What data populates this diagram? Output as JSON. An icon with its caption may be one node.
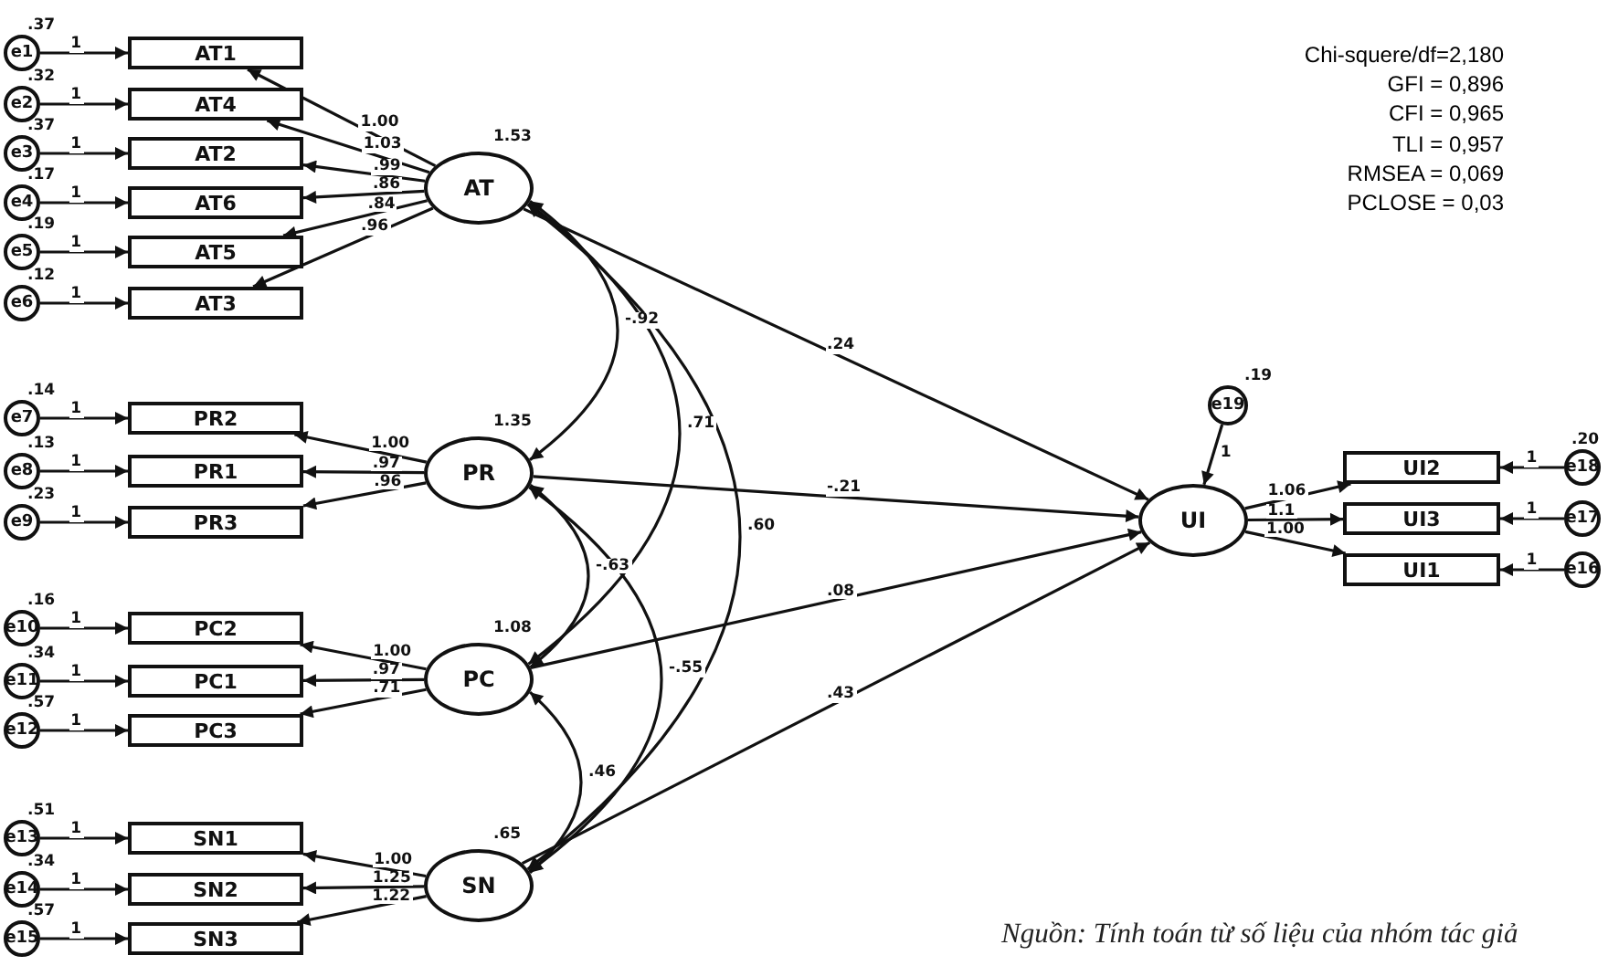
{
  "diagram": {
    "caption": "Nguồn: Tính toán từ số liệu của nhóm tác giả",
    "nodes": [
      {
        "text": [
          "e1"
        ],
        "beside": [
          ".37"
        ]
      },
      {
        "text": [
          "e2"
        ],
        "beside": [
          ".32"
        ]
      },
      {
        "text": [
          "e3"
        ],
        "beside": [
          ".37"
        ]
      },
      {
        "text": [
          "e4"
        ],
        "beside": [
          ".17"
        ]
      },
      {
        "text": [
          "e5"
        ],
        "beside": [
          ".19"
        ]
      },
      {
        "text": [
          "e6"
        ],
        "beside": [
          ".12"
        ]
      },
      {
        "text": [
          "AT1"
        ]
      },
      {
        "text": [
          "AT4"
        ]
      },
      {
        "text": [
          "AT2"
        ]
      },
      {
        "text": [
          "AT6"
        ]
      },
      {
        "text": [
          "AT5"
        ]
      },
      {
        "text": [
          "AT3"
        ]
      },
      {
        "text": [
          "AT"
        ],
        "beside": [
          "1.53"
        ]
      },
      {
        "text": [
          "e7"
        ],
        "beside": [
          ".14"
        ]
      },
      {
        "text": [
          "e8"
        ],
        "beside": [
          ".13"
        ]
      },
      {
        "text": [
          "e9"
        ],
        "beside": [
          ".23"
        ]
      },
      {
        "text": [
          "PR2"
        ]
      },
      {
        "text": [
          "PR1"
        ]
      },
      {
        "text": [
          "PR3"
        ]
      },
      {
        "text": [
          "PR"
        ],
        "beside": [
          "1.35"
        ]
      },
      {
        "text": [
          "e10"
        ],
        "beside": [
          ".16"
        ]
      },
      {
        "text": [
          "e11"
        ],
        "beside": [
          ".34"
        ]
      },
      {
        "text": [
          "e12"
        ],
        "beside": [
          ".57"
        ]
      },
      {
        "text": [
          "PC2"
        ]
      },
      {
        "text": [
          "PC1"
        ]
      },
      {
        "text": [
          "PC3"
        ]
      },
      {
        "text": [
          "PC"
        ],
        "beside": [
          "1.08"
        ]
      },
      {
        "text": [
          "e13"
        ],
        "beside": [
          ".51"
        ]
      },
      {
        "text": [
          "e14"
        ],
        "beside": [
          ".34"
        ]
      },
      {
        "text": [
          "e15"
        ],
        "beside": [
          ".57"
        ]
      },
      {
        "text": [
          "SN1"
        ]
      },
      {
        "text": [
          "SN2"
        ]
      },
      {
        "text": [
          "SN3"
        ]
      },
      {
        "text": [
          "SN"
        ],
        "beside": [
          ".65"
        ]
      },
      {
        "text": [
          "e19"
        ],
        "beside": [
          ".19"
        ]
      },
      {
        "text": [
          "UI"
        ]
      },
      {
        "text": [
          "UI2"
        ]
      },
      {
        "text": [
          "UI3"
        ]
      },
      {
        "text": [
          "UI1"
        ]
      },
      {
        "text": [
          "e18"
        ],
        "beside": [
          ".20"
        ]
      },
      {
        "text": [
          "e17"
        ]
      },
      {
        "text": [
          "e16"
        ]
      }
    ],
    "edges": [
      {
        "from": 0,
        "to": 6,
        "arrow": "to",
        "label": "1"
      },
      {
        "from": 1,
        "to": 7,
        "arrow": "to",
        "label": "1"
      },
      {
        "from": 2,
        "to": 8,
        "arrow": "to",
        "label": "1"
      },
      {
        "from": 3,
        "to": 9,
        "arrow": "to",
        "label": "1"
      },
      {
        "from": 4,
        "to": 10,
        "arrow": "to",
        "label": "1"
      },
      {
        "from": 5,
        "to": 11,
        "arrow": "to",
        "label": "1"
      },
      {
        "from": 12,
        "to": 6,
        "arrow": "to",
        "label": "1.00"
      },
      {
        "from": 12,
        "to": 7,
        "arrow": "to",
        "label": "1.03"
      },
      {
        "from": 12,
        "to": 8,
        "arrow": "to",
        "label": ".99"
      },
      {
        "from": 12,
        "to": 9,
        "arrow": "to",
        "label": ".86"
      },
      {
        "from": 12,
        "to": 10,
        "arrow": "to",
        "label": ".84"
      },
      {
        "from": 12,
        "to": 11,
        "arrow": "to",
        "label": ".96"
      },
      {
        "from": 13,
        "to": 16,
        "arrow": "to",
        "label": "1"
      },
      {
        "from": 14,
        "to": 17,
        "arrow": "to",
        "label": "1"
      },
      {
        "from": 15,
        "to": 18,
        "arrow": "to",
        "label": "1"
      },
      {
        "from": 19,
        "to": 16,
        "arrow": "to",
        "label": "1.00"
      },
      {
        "from": 19,
        "to": 17,
        "arrow": "to",
        "label": ".97"
      },
      {
        "from": 19,
        "to": 18,
        "arrow": "to",
        "label": ".96"
      },
      {
        "from": 20,
        "to": 23,
        "arrow": "to",
        "label": "1"
      },
      {
        "from": 21,
        "to": 24,
        "arrow": "to",
        "label": "1"
      },
      {
        "from": 22,
        "to": 25,
        "arrow": "to",
        "label": "1"
      },
      {
        "from": 26,
        "to": 23,
        "arrow": "to",
        "label": "1.00"
      },
      {
        "from": 26,
        "to": 24,
        "arrow": "to",
        "label": ".97"
      },
      {
        "from": 26,
        "to": 25,
        "arrow": "to",
        "label": ".71"
      },
      {
        "from": 27,
        "to": 30,
        "arrow": "to",
        "label": "1"
      },
      {
        "from": 28,
        "to": 31,
        "arrow": "to",
        "label": "1"
      },
      {
        "from": 29,
        "to": 32,
        "arrow": "to",
        "label": "1"
      },
      {
        "from": 33,
        "to": 30,
        "arrow": "to",
        "label": "1.00"
      },
      {
        "from": 33,
        "to": 31,
        "arrow": "to",
        "label": "1.25"
      },
      {
        "from": 33,
        "to": 32,
        "arrow": "to",
        "label": "1.22"
      },
      {
        "from": 12,
        "to": 19,
        "arrow": "both",
        "label": "-.92"
      },
      {
        "from": 12,
        "to": 26,
        "arrow": "both",
        "label": ".71"
      },
      {
        "from": 12,
        "to": 33,
        "arrow": "both",
        "label": ".60"
      },
      {
        "from": 19,
        "to": 26,
        "arrow": "both",
        "label": "-.63"
      },
      {
        "from": 19,
        "to": 33,
        "arrow": "both",
        "label": "-.55"
      },
      {
        "from": 26,
        "to": 33,
        "arrow": "both",
        "label": ".46"
      },
      {
        "from": 12,
        "to": 35,
        "arrow": "to",
        "label": ".24"
      },
      {
        "from": 19,
        "to": 35,
        "arrow": "to",
        "label": "-.21"
      },
      {
        "from": 26,
        "to": 35,
        "arrow": "to",
        "label": ".08"
      },
      {
        "from": 33,
        "to": 35,
        "arrow": "to",
        "label": ".43"
      },
      {
        "from": 34,
        "to": 35,
        "arrow": "to",
        "label": "1"
      },
      {
        "from": 35,
        "to": 36,
        "arrow": "to",
        "label": "1.06"
      },
      {
        "from": 35,
        "to": 37,
        "arrow": "to",
        "label": "1.1"
      },
      {
        "from": 35,
        "to": 38,
        "arrow": "to",
        "label": "1.00"
      },
      {
        "from": 39,
        "to": 36,
        "arrow": "to",
        "label": "1"
      },
      {
        "from": 40,
        "to": 37,
        "arrow": "to",
        "label": "1"
      },
      {
        "from": 41,
        "to": 38,
        "arrow": "to",
        "label": "1"
      }
    ],
    "labels": [
      "Chi-squere/df=2,180",
      "GFI = 0,896",
      "CFI = 0,965",
      "TLI = 0,957",
      "RMSEA = 0,069",
      "PCLOSE = 0,03"
    ]
  }
}
